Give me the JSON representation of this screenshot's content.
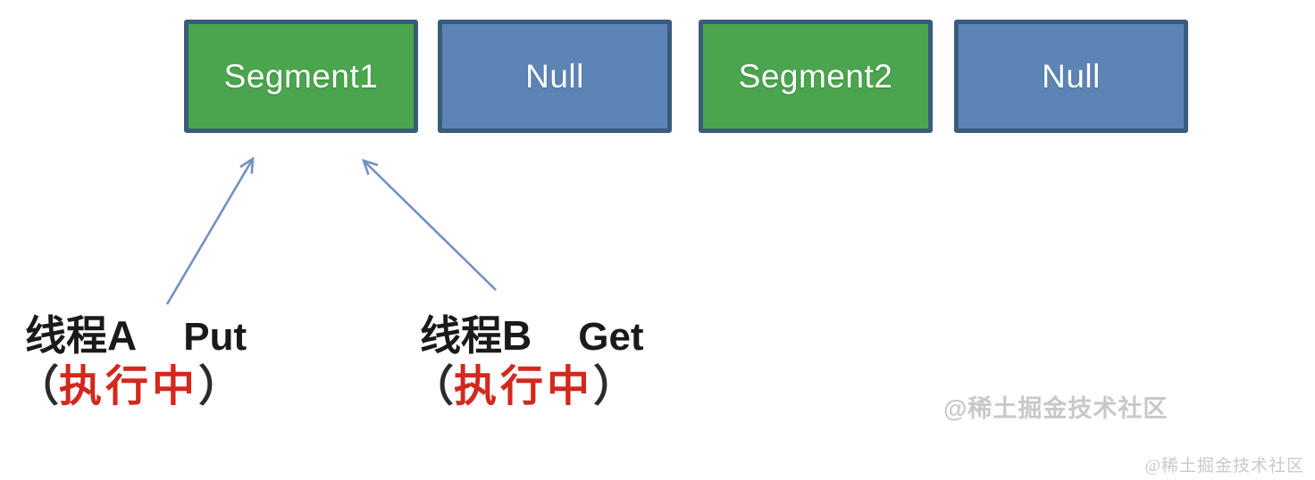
{
  "colors": {
    "background": "#ffffff",
    "segment_fill": "#4ba54e",
    "null_fill": "#5c85b6",
    "box_border": "#3a5c7c",
    "box_text": "#ffffff",
    "arrow": "#7390c2",
    "label_text": "#1a1a1a",
    "status_red": "#d3281e",
    "watermark": "#c8c8c8"
  },
  "boxes": [
    {
      "label": "Segment1",
      "kind": "segment"
    },
    {
      "label": "Null",
      "kind": "null"
    },
    {
      "label": "Segment2",
      "kind": "segment"
    },
    {
      "label": "Null",
      "kind": "null"
    }
  ],
  "threads": [
    {
      "name": "线程A",
      "operation": "Put",
      "paren_open": "（",
      "status": "执行中",
      "paren_close": "）"
    },
    {
      "name": "线程B",
      "operation": "Get",
      "paren_open": "（",
      "status": "执行中",
      "paren_close": "）"
    }
  ],
  "watermarks": {
    "inline": "@稀土掘金技术社区",
    "corner": "@稀土掘金技术社区"
  }
}
